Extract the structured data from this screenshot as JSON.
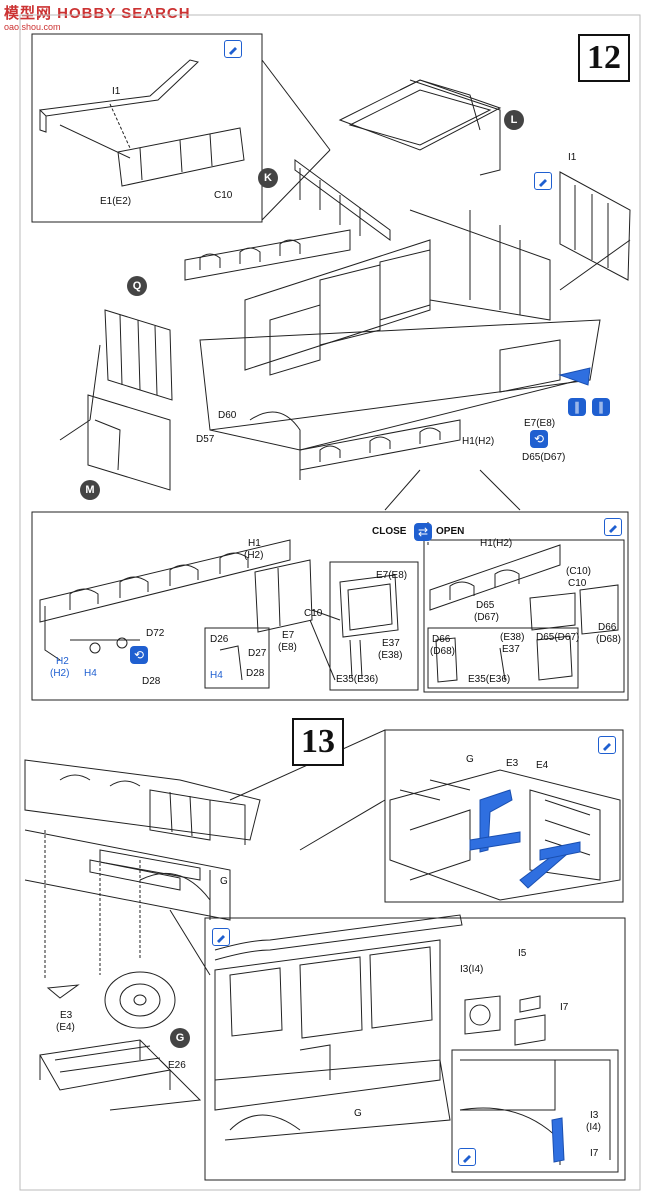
{
  "watermark": {
    "brand": "模型网 HOBBY SEARCH",
    "url": "oao.shou.com"
  },
  "step12": {
    "number": "12",
    "labels": {
      "I1_top": "I1",
      "E1E2": "E1(E2)",
      "C10_top": "C10",
      "K": "K",
      "L": "L",
      "Q": "Q",
      "M": "M",
      "I1_right": "I1",
      "D60": "D60",
      "D57": "D57",
      "H1H2_main": "H1(H2)",
      "E7E8_main": "E7(E8)",
      "D65D67_main": "D65(D67)"
    },
    "detail_left": {
      "H1": "H1",
      "H2": "(H2)",
      "E7": "E7",
      "E8": "(E8)",
      "C10": "C10",
      "D72": "D72",
      "H2a": "H2",
      "H2b": "(H2)",
      "H4a": "H4",
      "D28a": "D28",
      "D26": "D26",
      "D27": "D27",
      "H4b": "H4",
      "D28b": "D28"
    },
    "detail_mid": {
      "E7E8": "E7(E8)",
      "E37": "E37",
      "E38": "(E38)",
      "E35E36": "E35(E36)"
    },
    "legend": {
      "close": "CLOSE",
      "open": "OPEN"
    },
    "detail_right": {
      "H1H2": "H1(H2)",
      "C10a": "(C10)",
      "C10b": "C10",
      "D65": "D65",
      "D67": "(D67)",
      "D66": "D66",
      "D68": "(D68)",
      "D66b": "D66",
      "D68b": "(D68)",
      "E38": "(E38)",
      "E37": "E37",
      "D65D67": "D65(D67)",
      "E35E36": "E35(E36)"
    }
  },
  "step13": {
    "number": "13",
    "labels": {
      "G_main": "G",
      "E3E4_a": "E3",
      "E3E4_b": "(E4)",
      "G_circle": "G",
      "E26": "E26"
    },
    "detail_top": {
      "G": "G",
      "E3": "E3",
      "E4": "E4"
    },
    "detail_bottom": {
      "I3I4": "I3(I4)",
      "I5": "I5",
      "I7": "I7",
      "G": "G"
    },
    "detail_inset": {
      "I3": "I3",
      "I4": "(I4)",
      "I7": "I7"
    }
  }
}
